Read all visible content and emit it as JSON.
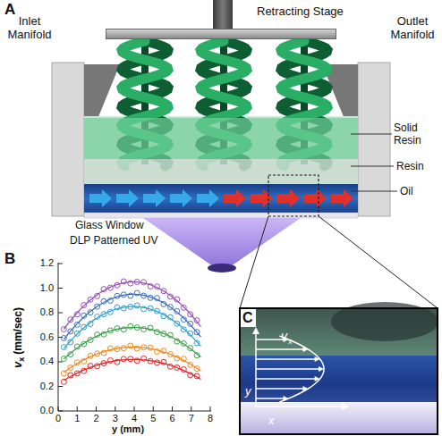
{
  "diagram": {
    "nodes": [
      {
        "text": [
          "Retracting Stage"
        ]
      }
    ],
    "labels": [
      "A",
      "Inlet Manifold",
      "Outlet Manifold",
      "Solid Resin",
      "Resin",
      "Oil",
      "Glass Window",
      "DLP Patterned UV",
      "B",
      "0.0",
      "0.2",
      "0.4",
      "0.6",
      "0.8",
      "1.0",
      "1.2",
      "0",
      "1",
      "2",
      "3",
      "4",
      "5",
      "6",
      "7",
      "8",
      "v",
      "x",
      "(mm/sec)",
      "y (mm)",
      "C",
      "v",
      "x",
      "y",
      "x"
    ]
  }
}
